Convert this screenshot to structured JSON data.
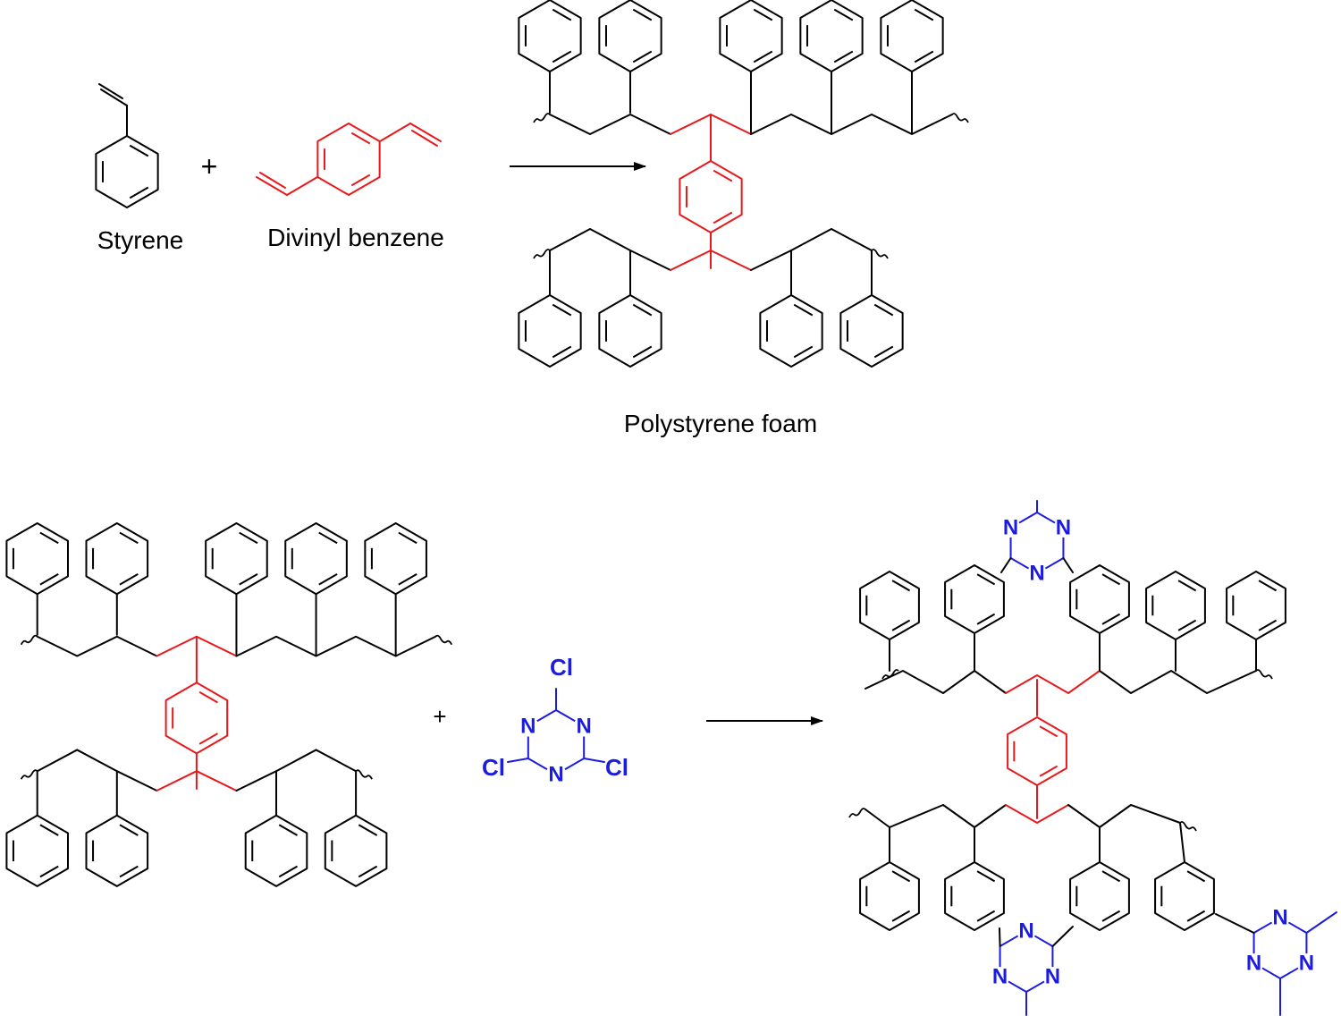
{
  "labels": {
    "styrene": "Styrene",
    "divinyl_benzene": "Divinyl benzene",
    "polystyrene_foam": "Polystyrene foam"
  },
  "operators": {
    "plus": "+"
  },
  "atoms": {
    "chlorine": "Cl",
    "nitrogen": "N"
  },
  "colors": {
    "bond": "#000000",
    "crosslinker": "#e8191b",
    "triazine": "#1c1ce0",
    "background": "#ffffff"
  },
  "icons": {
    "arrow_1": "reaction-arrow-right",
    "arrow_2": "reaction-arrow-right"
  }
}
